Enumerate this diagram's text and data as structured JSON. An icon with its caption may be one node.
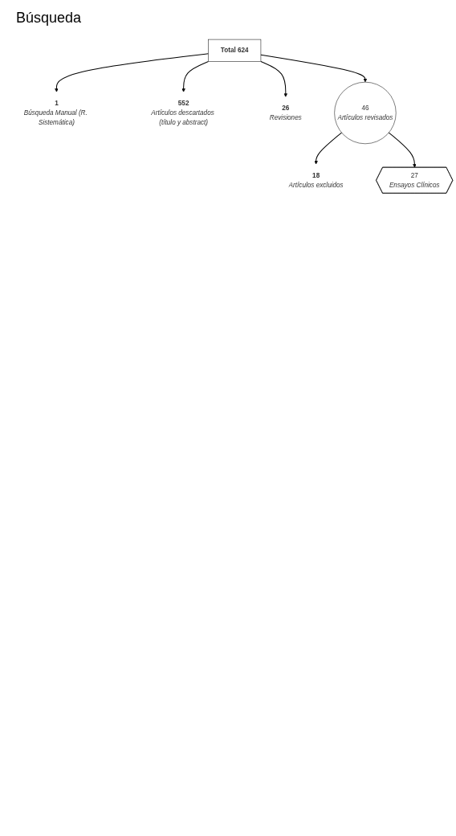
{
  "diagram": {
    "title": "Búsqueda",
    "nodes": [
      {
        "text": [
          "Total 624"
        ]
      },
      {
        "text": [
          "1",
          "Búsqueda Manual (R. Sistemática)"
        ]
      },
      {
        "text": [
          "552",
          "Artículos descartados (título y abstract)"
        ]
      },
      {
        "text": [
          "26",
          "Revisiones"
        ]
      },
      {
        "text": [
          "46",
          "Artículos revisados"
        ]
      },
      {
        "text": [
          "18",
          "Artículos excluidos"
        ]
      },
      {
        "text": [
          "27",
          "Ensayos Clínicos"
        ]
      }
    ],
    "edges": [
      {
        "from": 0,
        "to": 1,
        "arrow": "to"
      },
      {
        "from": 0,
        "to": 2,
        "arrow": "to"
      },
      {
        "from": 0,
        "to": 3,
        "arrow": "to"
      },
      {
        "from": 0,
        "to": 4,
        "arrow": "to"
      },
      {
        "from": 4,
        "to": 5,
        "arrow": "to"
      },
      {
        "from": 4,
        "to": 6,
        "arrow": "to"
      }
    ]
  }
}
